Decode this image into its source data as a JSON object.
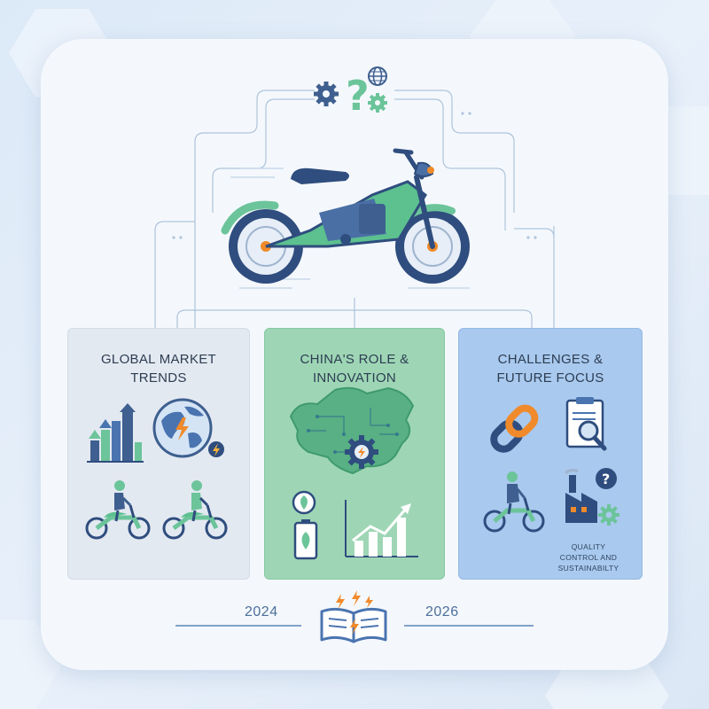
{
  "panels": [
    {
      "title": "GLOBAL MARKET\nTRENDS"
    },
    {
      "title": "CHINA'S ROLE &\nINNOVATION"
    },
    {
      "title": "CHALLENGES &\nFUTURE FOCUS",
      "caption": "QUALITY\nCONTROL AND\nSUSTAINABILTY"
    }
  ],
  "timeline": {
    "start_year": "2024",
    "end_year": "2026"
  },
  "icons": {
    "top": [
      "gear-icon",
      "question-mark-icon",
      "globe-icon",
      "gear-icon"
    ],
    "center": "electric-motorcycle-icon",
    "panel1": [
      "bar-chart-growth-icon",
      "globe-lightning-icon",
      "rider-on-ebike-icon",
      "rider-on-ebike-icon"
    ],
    "panel2": [
      "china-map-circuit-icon",
      "gear-lightning-icon",
      "eco-leaf-badge-icon",
      "battery-leaf-icon",
      "line-chart-growth-icon"
    ],
    "panel3": [
      "chain-link-icon",
      "clipboard-magnifier-icon",
      "rider-on-ebike-icon",
      "factory-question-icon",
      "gear-icon"
    ],
    "bottom": "open-book-lightning-icon"
  },
  "colors": {
    "accent_green": "#6cc49a",
    "accent_blue": "#4a74b0",
    "orange": "#f08a2a",
    "navy": "#2f4d7e"
  }
}
